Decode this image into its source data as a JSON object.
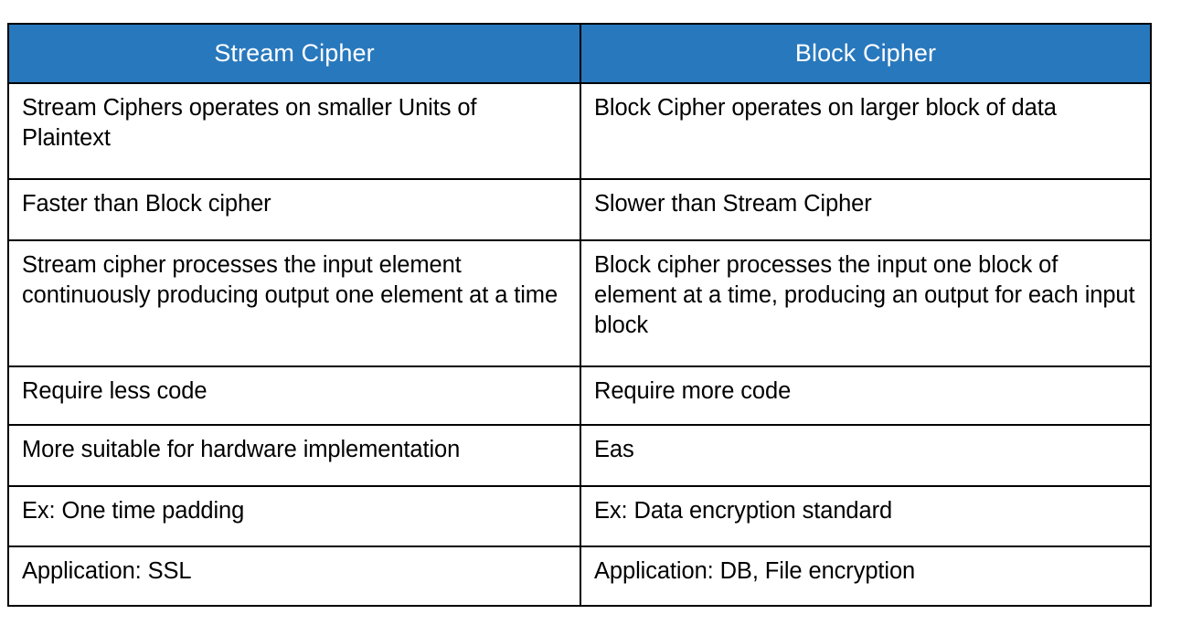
{
  "document": {
    "title": "Stream Cipher vs Block Cipher comparison table",
    "background_color": "#ffffff"
  },
  "table": {
    "header_background_color": "#2878bd",
    "header_text_color": "#ffffff",
    "body_text_color": "#000000",
    "border_color": "#000000",
    "columns": [
      {
        "key": "stream",
        "label": "Stream Cipher"
      },
      {
        "key": "block",
        "label": "Block Cipher"
      }
    ],
    "rows": [
      {
        "stream": "Stream Ciphers operates on smaller Units of Plaintext",
        "block": "Block Cipher operates on larger block of data"
      },
      {
        "stream": "Faster than Block cipher",
        "block": "Slower than Stream Cipher"
      },
      {
        "stream": "Stream cipher processes the input element continuously producing output one element at a time",
        "block": "Block cipher processes the input one block of element at a time, producing an output for each input block"
      },
      {
        "stream": "Require less code",
        "block": "Require more code"
      },
      {
        "stream": "More suitable for hardware implementation",
        "block": "Eas"
      },
      {
        "stream": "Ex: One time padding",
        "block": "Ex: Data encryption standard"
      },
      {
        "stream": "Application: SSL",
        "block": "Application: DB, File encryption"
      }
    ]
  }
}
